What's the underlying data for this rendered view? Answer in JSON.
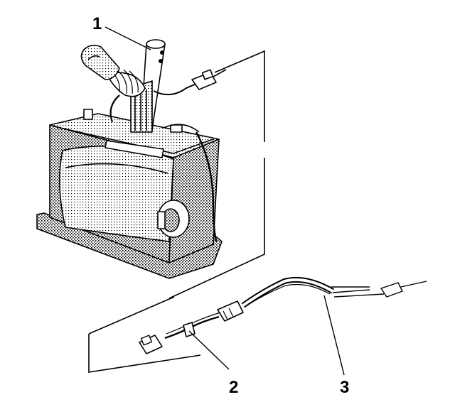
{
  "diagram": {
    "callouts": [
      {
        "id": "1",
        "label": "1"
      },
      {
        "id": "2",
        "label": "2"
      },
      {
        "id": "3",
        "label": "3"
      }
    ],
    "colors": {
      "line": "#000000",
      "fill": "#d6d6d6",
      "background": "#ffffff"
    }
  }
}
